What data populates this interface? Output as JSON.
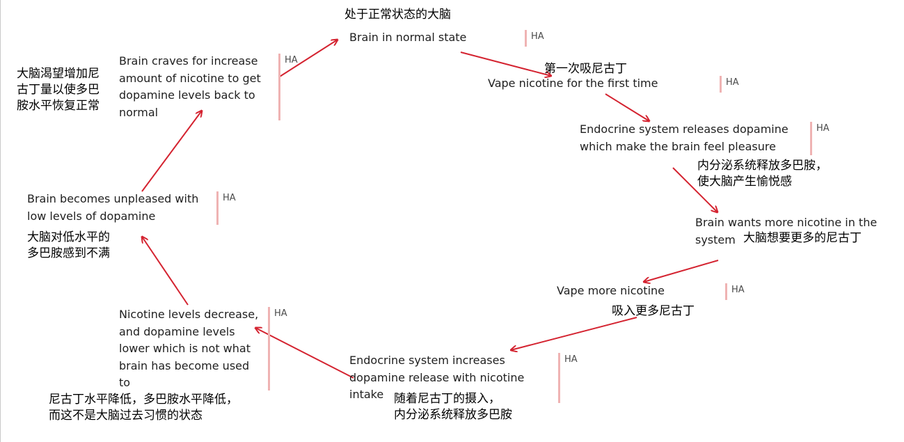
{
  "ha_label": "HA",
  "arrow_color": "#d42330",
  "ha_bar_color": "#efb3b3",
  "steps": {
    "normal": {
      "en": "Brain in normal state",
      "zh": "处于正常状态的大脑"
    },
    "first_vape": {
      "en": "Vape nicotine for the first time",
      "zh": "第一次吸尼古丁"
    },
    "endocrine_release": {
      "en_lines": [
        "Endocrine system releases dopamine",
        "which make the brain feel pleasure"
      ],
      "zh_lines": [
        "内分泌系统释放多巴胺，",
        "使大脑产生愉悦感"
      ]
    },
    "wants_more": {
      "en_lines": [
        "Brain wants more nicotine in the",
        "system"
      ],
      "zh": "大脑想要更多的尼古丁"
    },
    "vape_more": {
      "en": "Vape more nicotine",
      "zh": "吸入更多尼古丁"
    },
    "endocrine_increase": {
      "en_lines": [
        "Endocrine system increases",
        "dopamine release with nicotine",
        "intake"
      ],
      "zh_lines": [
        "随着尼古丁的摄入，",
        "内分泌系统释放多巴胺"
      ]
    },
    "nicotine_decrease": {
      "en_lines": [
        "Nicotine levels decrease,",
        "and dopamine levels",
        "lower which is not what",
        "brain has become used",
        "to"
      ],
      "zh_lines": [
        "尼古丁水平降低，多巴胺水平降低，",
        "而这不是大脑过去习惯的状态"
      ]
    },
    "unpleased": {
      "en_lines": [
        "Brain becomes unpleased with",
        "low levels of dopamine"
      ],
      "zh_lines": [
        "大脑对低水平的",
        "多巴胺感到不满"
      ]
    },
    "craves": {
      "en_lines": [
        "Brain craves for increase",
        "amount of nicotine to get",
        "dopamine levels back to",
        "normal"
      ],
      "zh_lines": [
        "大脑渴望增加尼",
        "古丁量以使多巴",
        "胺水平恢复正常"
      ]
    }
  }
}
